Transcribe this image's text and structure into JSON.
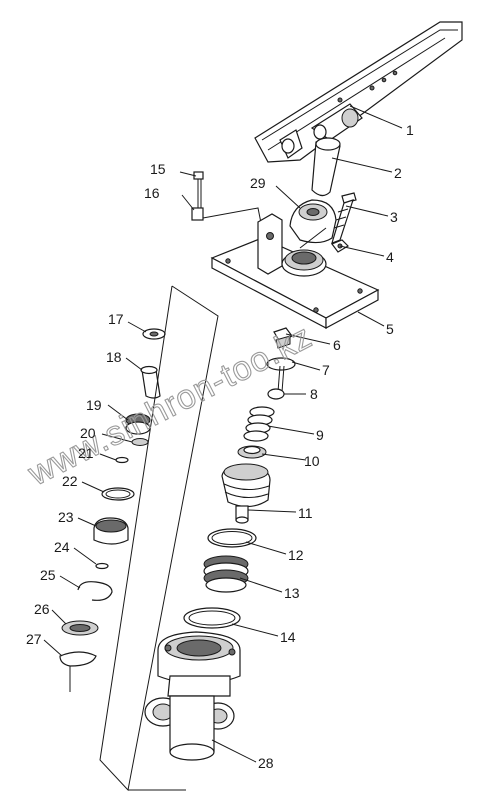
{
  "watermark": "www.sinhron-too.kz",
  "callouts": [
    {
      "id": "1",
      "text": "1"
    },
    {
      "id": "2",
      "text": "2"
    },
    {
      "id": "3",
      "text": "3"
    },
    {
      "id": "4",
      "text": "4"
    },
    {
      "id": "5",
      "text": "5"
    },
    {
      "id": "6",
      "text": "6"
    },
    {
      "id": "7",
      "text": "7"
    },
    {
      "id": "8",
      "text": "8"
    },
    {
      "id": "9",
      "text": "9"
    },
    {
      "id": "10",
      "text": "10"
    },
    {
      "id": "11",
      "text": "11"
    },
    {
      "id": "12",
      "text": "12"
    },
    {
      "id": "13",
      "text": "13"
    },
    {
      "id": "14",
      "text": "14"
    },
    {
      "id": "15",
      "text": "15"
    },
    {
      "id": "16",
      "text": "16"
    },
    {
      "id": "17",
      "text": "17"
    },
    {
      "id": "18",
      "text": "18"
    },
    {
      "id": "19",
      "text": "19"
    },
    {
      "id": "20",
      "text": "20"
    },
    {
      "id": "21",
      "text": "21"
    },
    {
      "id": "22",
      "text": "22"
    },
    {
      "id": "23",
      "text": "23"
    },
    {
      "id": "24",
      "text": "24"
    },
    {
      "id": "25",
      "text": "25"
    },
    {
      "id": "26",
      "text": "26"
    },
    {
      "id": "27",
      "text": "27"
    },
    {
      "id": "28",
      "text": "28"
    },
    {
      "id": "29",
      "text": "29"
    }
  ]
}
